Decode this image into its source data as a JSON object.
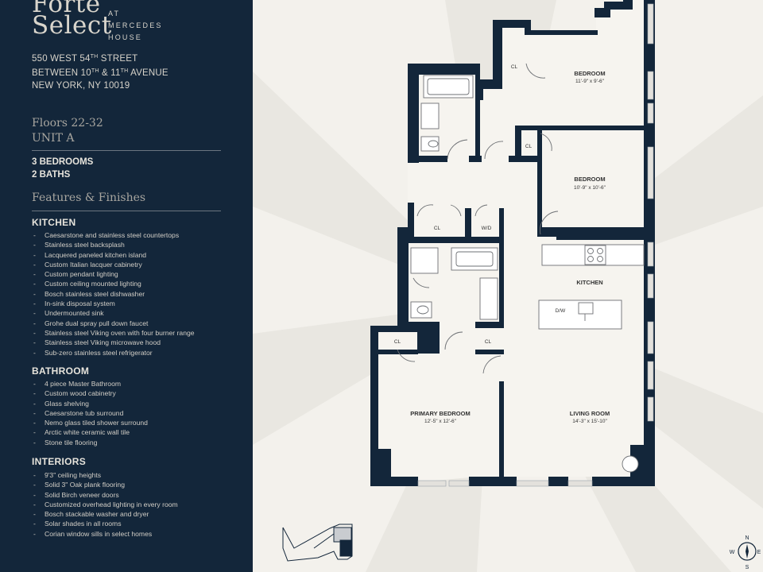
{
  "brand": {
    "logo_line1": "Forte",
    "logo_line2": "Select",
    "logo_sub": "AT MERCEDES HOUSE"
  },
  "address": {
    "street": "550 WEST 54",
    "street_sup": "TH",
    "street_end": " STREET",
    "between_a": "BETWEEN 10",
    "between_sup1": "TH",
    "between_b": " & 11",
    "between_sup2": "TH",
    "between_c": " AVENUE",
    "city": "NEW YORK, NY 10019"
  },
  "unit": {
    "floors": "Floors 22-32",
    "name": "UNIT A",
    "bedrooms": "3 BEDROOMS",
    "baths": "2 BATHS"
  },
  "features_title": "Features & Finishes",
  "sections": [
    {
      "heading": "KITCHEN",
      "items": [
        "Caesarstone and stainless steel countertops",
        "Stainless steel backsplash",
        "Lacquered paneled kitchen island",
        "Custom Italian lacquer cabinetry",
        "Custom pendant lighting",
        "Custom ceiling mounted lighting",
        "Bosch stainless steel dishwasher",
        "In-sink disposal system",
        "Undermounted sink",
        "Grohe dual spray pull down faucet",
        "Stainless steel Viking oven with four burner range",
        "Stainless steel Viking microwave hood",
        "Sub-zero stainless steel refrigerator"
      ]
    },
    {
      "heading": "BATHROOM",
      "items": [
        "4 piece Master Bathroom",
        "Custom wood cabinetry",
        "Glass shelving",
        "Caesarstone tub surround",
        "Nemo glass tiled shower surround",
        "Arctic white ceramic wall tile",
        "Stone tile flooring"
      ]
    },
    {
      "heading": "INTERIORS",
      "items": [
        "9'3\" ceiling heights",
        "Solid 3\" Oak plank flooring",
        "Solid Birch veneer doors",
        "Customized overhead lighting in every room",
        "Bosch stackable washer and dryer",
        "Solar shades in all rooms",
        "Corian window sills in select homes"
      ]
    }
  ],
  "plan": {
    "rooms": {
      "bedroom_top": {
        "name": "BEDROOM",
        "dims": "11'-9\" x 9'-6\""
      },
      "bedroom_mid": {
        "name": "BEDROOM",
        "dims": "10'-9\" x 10'-6\""
      },
      "kitchen": {
        "name": "KITCHEN"
      },
      "primary": {
        "name": "PRIMARY BEDROOM",
        "dims": "12'-5\" x 12'-6\""
      },
      "living": {
        "name": "LIVING ROOM",
        "dims": "14'-3\" x 15'-10\""
      }
    },
    "closet_label": "CL",
    "wd_label": "W/D",
    "dw_label": "D/W"
  },
  "compass": {
    "n": "N",
    "s": "S",
    "e": "E",
    "w": "W"
  },
  "colors": {
    "navy": "#13263a",
    "paper": "#f3f1ec",
    "wall": "#13263a"
  }
}
